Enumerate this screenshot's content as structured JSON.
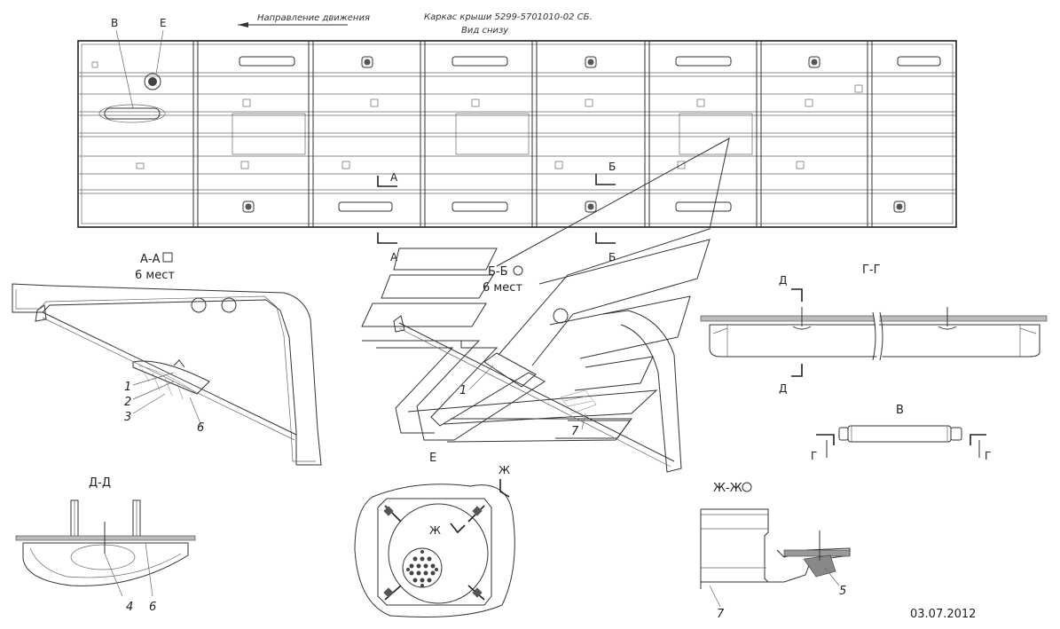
{
  "header": {
    "direction_label": "Направление движения",
    "title": "Каркас крыши 5299-5701010-02 СБ.",
    "subtitle": "Вид снизу"
  },
  "plan_labels": {
    "view_b": "В",
    "view_e": "Е",
    "cut_a_top": "А",
    "cut_a_bottom": "А",
    "cut_b_top": "Б",
    "cut_b_bottom": "Б"
  },
  "section_aa": {
    "title": "А-А",
    "count": "6 мест",
    "callouts": [
      "1",
      "2",
      "3",
      "6"
    ]
  },
  "section_bb": {
    "title": "Б-Б",
    "count": "6 мест",
    "callouts": [
      "1",
      "7"
    ]
  },
  "section_gg": {
    "title": "Г-Г",
    "cut_top": "Д",
    "cut_bottom": "Д"
  },
  "view_v": {
    "title": "В",
    "cut_left": "Г",
    "cut_right": "Г"
  },
  "section_dd": {
    "title": "Д-Д",
    "callouts": [
      "4",
      "6"
    ]
  },
  "view_e": {
    "title": "Е",
    "cut_top": "Ж",
    "cut_inner": "Ж"
  },
  "section_zhzh": {
    "title": "Ж-Ж",
    "callouts": [
      "5",
      "7"
    ]
  },
  "date": "03.07.2012"
}
